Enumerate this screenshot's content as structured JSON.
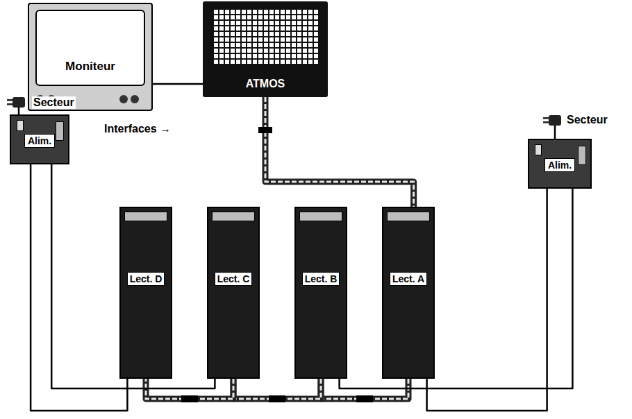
{
  "diagram": {
    "nodes": [
      {
        "text": [
          "Moniteur"
        ]
      },
      {
        "text": [
          "ATMOS"
        ]
      },
      {
        "text": [
          "Alim."
        ]
      },
      {
        "text": [
          "Alim."
        ]
      },
      {
        "text": [
          "Lect. D"
        ]
      },
      {
        "text": [
          "Lect. C"
        ]
      },
      {
        "text": [
          "Lect. B"
        ]
      },
      {
        "text": [
          "Lect. A"
        ]
      }
    ],
    "edges": [
      {
        "from": 0,
        "to": 1,
        "arrow": "none"
      },
      {
        "from": 1,
        "to": 7,
        "arrow": "none"
      },
      {
        "from": 7,
        "to": 6,
        "arrow": "none"
      },
      {
        "from": 6,
        "to": 5,
        "arrow": "none"
      },
      {
        "from": 5,
        "to": 4,
        "arrow": "none"
      },
      {
        "from": 2,
        "to": 4,
        "arrow": "none"
      },
      {
        "from": 2,
        "to": 5,
        "arrow": "none"
      },
      {
        "from": 3,
        "to": 7,
        "arrow": "none"
      },
      {
        "from": 3,
        "to": 6,
        "arrow": "none"
      }
    ],
    "labels": [
      "Secteur",
      "Secteur",
      "Interfaces →"
    ]
  }
}
